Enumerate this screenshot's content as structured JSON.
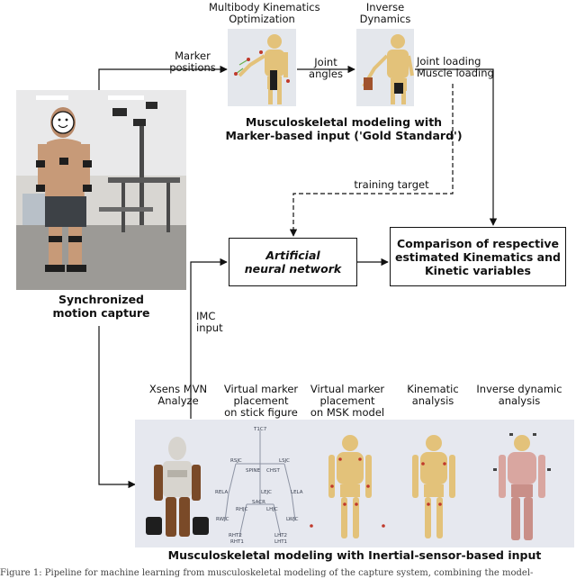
{
  "top": {
    "mbko_line1": "Multibody Kinematics",
    "mbko_line2": "Optimization",
    "id_line1": "Inverse",
    "id_line2": "Dynamics",
    "marker_line1": "Marker",
    "marker_line2": "positions",
    "joint_line1": "Joint",
    "joint_line2": "angles",
    "loading_line1": "Joint loading",
    "loading_line2": "Muscle loading",
    "msk_title_line1": "Musculoskeletal modeling with",
    "msk_title_line2": "Marker-based input ('Gold Standard')"
  },
  "left": {
    "caption_line1": "Synchronized",
    "caption_line2": "motion capture"
  },
  "middle": {
    "training_target": "training target",
    "ann_line1": "Artificial",
    "ann_line2": "neural network",
    "comparison_line1": "Comparison of respective",
    "comparison_line2": "estimated Kinematics and",
    "comparison_line3": "Kinetic variables",
    "imc_line1": "IMC",
    "imc_line2": "input"
  },
  "bottom": {
    "xsens_line1": "Xsens MVN",
    "xsens_line2": "Analyze",
    "vm_stick_line1": "Virtual marker",
    "vm_stick_line2": "placement",
    "vm_stick_line3": "on stick figure",
    "vm_msk_line1": "Virtual marker",
    "vm_msk_line2": "placement",
    "vm_msk_line3": "on MSK model",
    "kin_line1": "Kinematic",
    "kin_line2": "analysis",
    "invdyn_line1": "Inverse dynamic",
    "invdyn_line2": "analysis",
    "panel_title": "Musculoskeletal modeling with Inertial-sensor-based input",
    "stick_labels": [
      "T1C7",
      "RSJC",
      "LSJC",
      "SPINE",
      "CHST",
      "RELA",
      "LEJC",
      "LELA",
      "SACR",
      "RHJC",
      "LHJC",
      "RWJC",
      "LWJC",
      "RHT2",
      "LHT2",
      "RHT1",
      "LHT1"
    ]
  },
  "colors": {
    "bone": "#e3c27a",
    "panel_bg": "#e6e8ef",
    "muscle": "#d9a6a0",
    "xsens_suit": "#7a4a28",
    "xsens_body": "#d7d4ce"
  },
  "footer_text": "Figure 1: Pipeline for machine learning from musculoskeletal modeling of the capture system, combining the model-"
}
